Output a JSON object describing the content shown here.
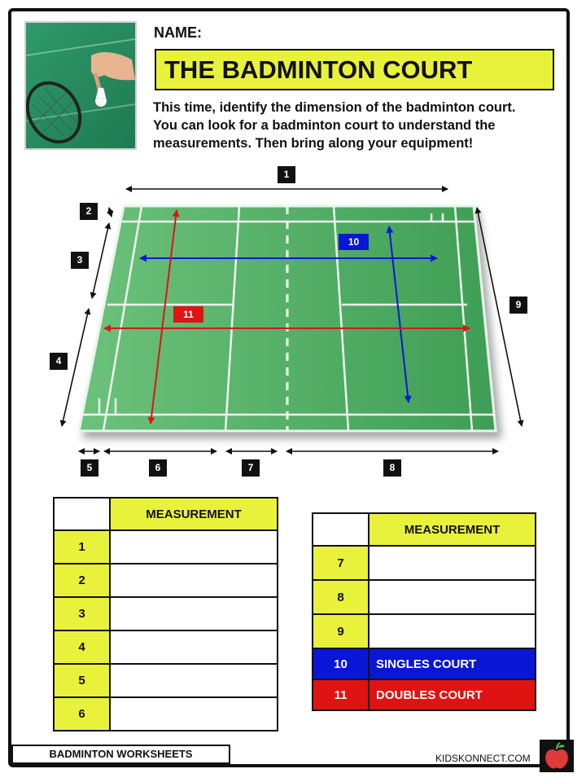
{
  "header": {
    "name_label": "NAME:",
    "title": "THE BADMINTON COURT",
    "intro_line1": "This time, identify the dimension of the badminton court.",
    "intro_line2": "You can look for a badminton court to understand the",
    "intro_line3": "measurements. Then bring along your equipment!"
  },
  "diagram": {
    "labels": [
      "1",
      "2",
      "3",
      "4",
      "5",
      "6",
      "7",
      "8",
      "9",
      "10",
      "11"
    ],
    "court_color": "#4caf62",
    "singles_color": "#0a16d6",
    "doubles_color": "#e01313"
  },
  "table_left": {
    "header": "MEASUREMENT",
    "rows": [
      "1",
      "2",
      "3",
      "4",
      "5",
      "6"
    ]
  },
  "table_right": {
    "header": "MEASUREMENT",
    "rows": [
      "7",
      "8",
      "9"
    ],
    "singles_num": "10",
    "singles_label": "SINGLES COURT",
    "doubles_num": "11",
    "doubles_label": "DOUBLES COURT"
  },
  "footer": {
    "worksheet_label": "BADMINTON WORKSHEETS",
    "site": "KIDSKONNECT.COM"
  },
  "colors": {
    "highlight_yellow": "#e9f23a",
    "blue": "#0a16d6",
    "red": "#e01313"
  }
}
